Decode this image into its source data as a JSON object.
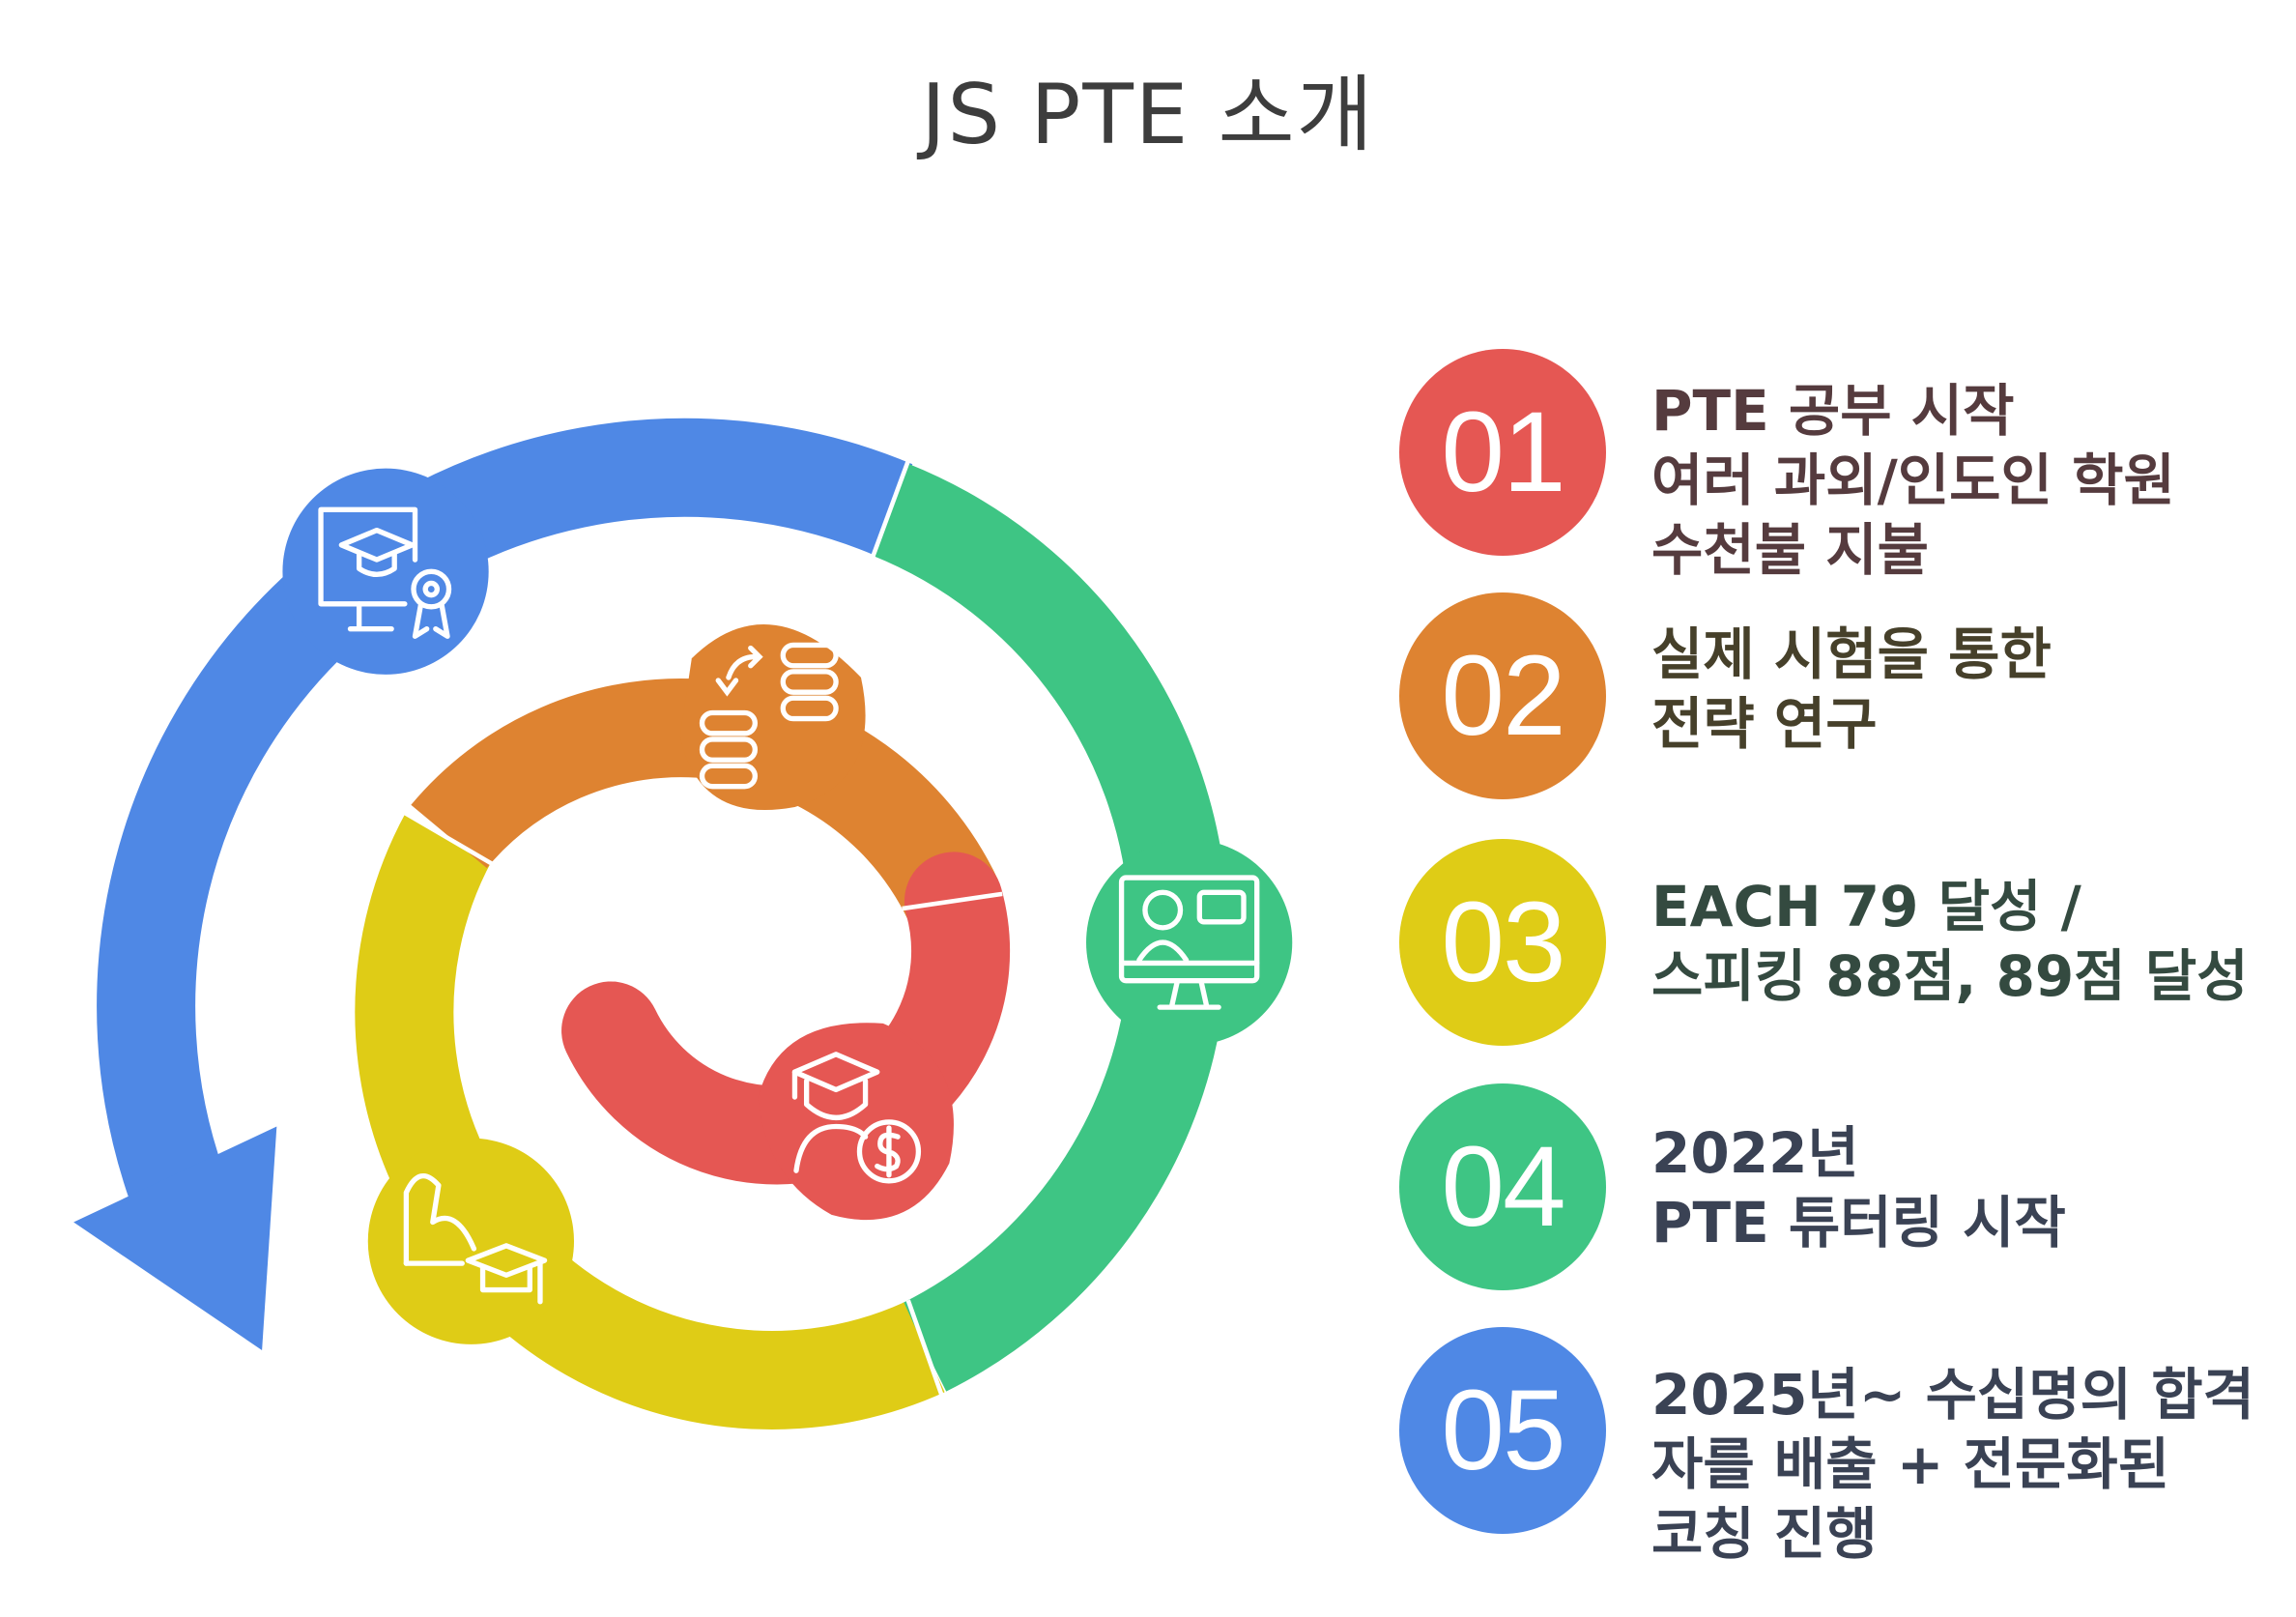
{
  "title": "JS PTE 소개",
  "colors": {
    "red": "#E55753",
    "orange": "#DE8331",
    "yellow": "#DFCC16",
    "green": "#3EC584",
    "blue": "#4F88E5"
  },
  "steps": [
    {
      "number": "01",
      "lines": [
        "PTE 공부 시작",
        "여러 과외/인도인 학원",
        "수천불 지불"
      ],
      "color": "#E55753",
      "text_color": "#553B3E",
      "icon": "graduate-dollar-icon"
    },
    {
      "number": "02",
      "lines": [
        "실제 시험을 통한",
        "전략 연구"
      ],
      "color": "#DE8331",
      "text_color": "#46402A",
      "icon": "database-sync-icon"
    },
    {
      "number": "03",
      "lines": [
        "EACH 79 달성 /",
        "스피킹 88점, 89점 달성"
      ],
      "color": "#DFCC16",
      "text_color": "#344A40",
      "icon": "flex-graduation-icon"
    },
    {
      "number": "04",
      "lines": [
        "2022년",
        "PTE 튜터링 시작"
      ],
      "color": "#3EC584",
      "text_color": "#3A4254",
      "icon": "online-tutor-icon"
    },
    {
      "number": "05",
      "lines": [
        "2025년~ 수십명의 합격",
        "자를 배출 + 전문화된",
        "코칭 진행"
      ],
      "color": "#4F88E5",
      "text_color": "#3A4254",
      "icon": "online-certificate-icon"
    }
  ]
}
